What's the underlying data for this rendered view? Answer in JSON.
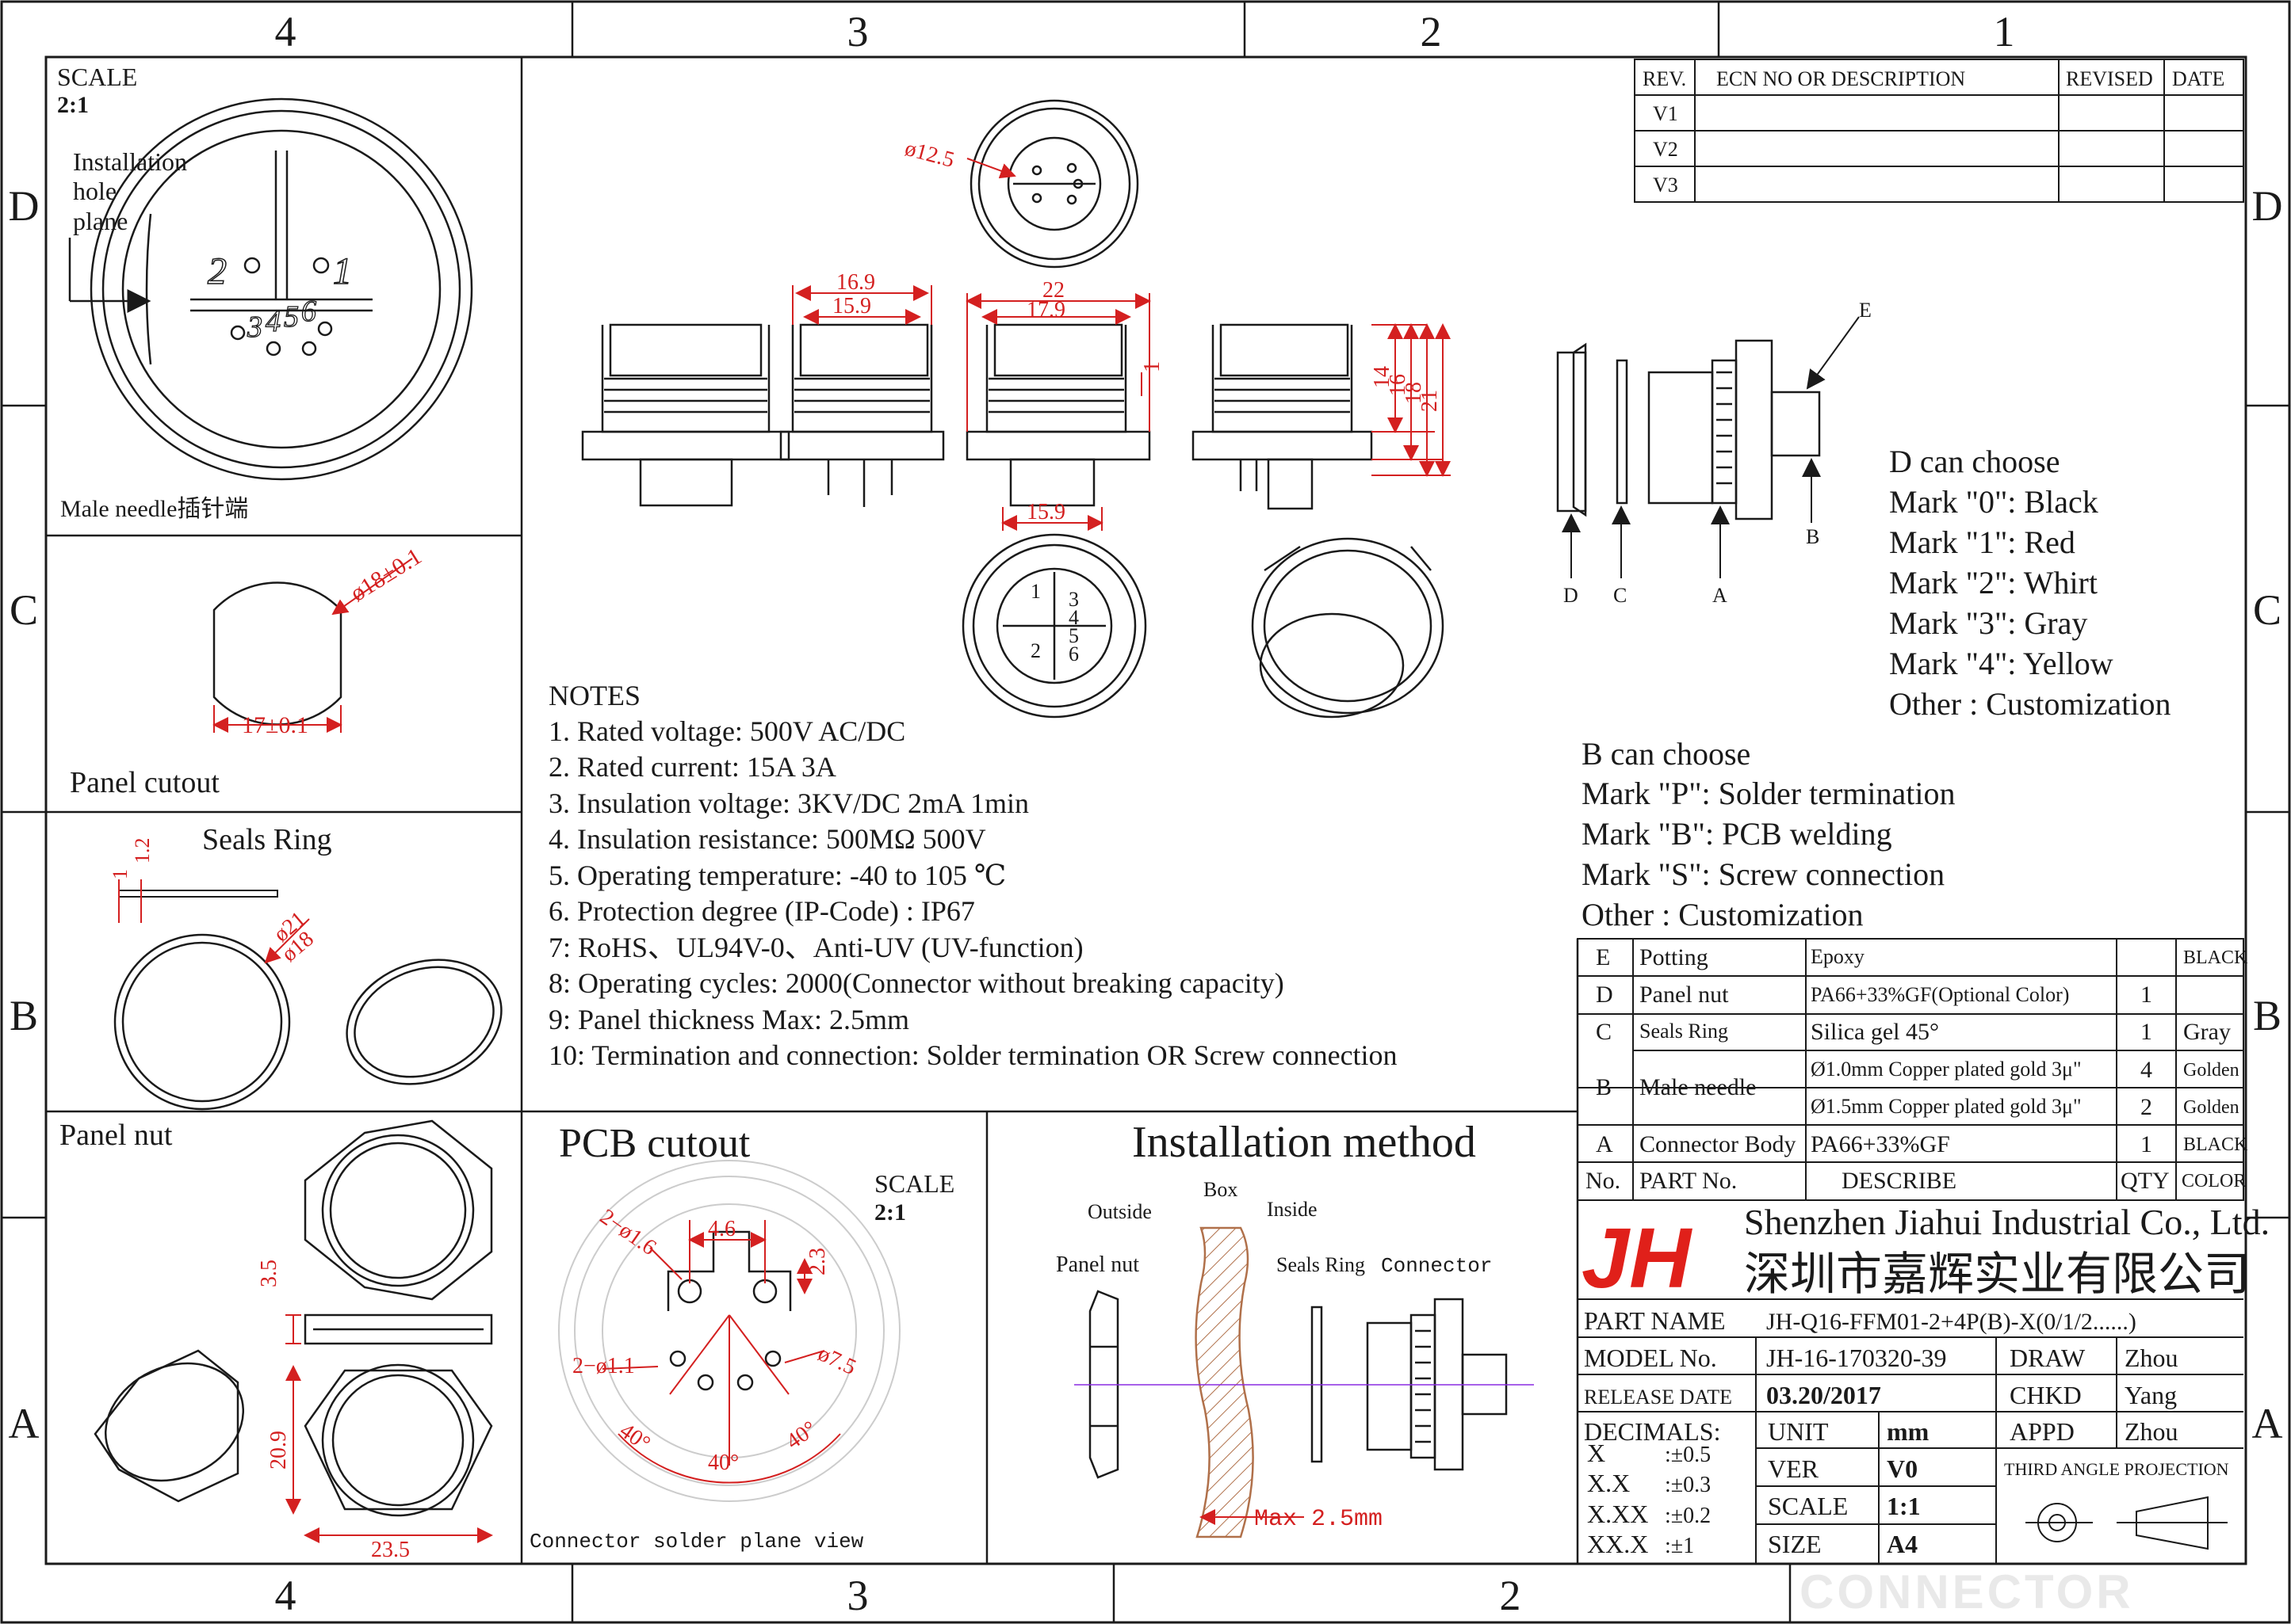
{
  "frame": {
    "cols_top": [
      "4",
      "3",
      "2",
      "1"
    ],
    "cols_bottom": [
      "4",
      "3",
      "2"
    ],
    "rows": [
      "D",
      "C",
      "B",
      "A"
    ]
  },
  "revisions": {
    "headers": [
      "REV.",
      "ECN NO OR DESCRIPTION",
      "REVISED",
      "DATE"
    ],
    "rows": [
      "V1",
      "V2",
      "V3"
    ]
  },
  "scale_panel": {
    "title": "SCALE",
    "value": "2:1",
    "install_label": [
      "Installation",
      "hole",
      "plane"
    ],
    "pin_labels": [
      "2",
      "1",
      "3",
      "4",
      "5",
      "6"
    ],
    "caption": "Male needle插针端"
  },
  "cutout_panel": {
    "dia": "ø18±0.1",
    "width": "17±0.1",
    "caption": "Panel cutout"
  },
  "seal_panel": {
    "title": "Seals Ring",
    "thick_1": "1",
    "thick_2": "1.2",
    "dia_out": "ø21",
    "dia_in": "ø18"
  },
  "views": {
    "top_dia": "ø12.5",
    "w169": "16.9",
    "w159": "15.9",
    "w22": "22",
    "w179": "17.9",
    "h1": "1",
    "w159b": "15.9",
    "h14": "14",
    "h16": "16",
    "h18": "18",
    "h21": "21",
    "front_pins": [
      "1",
      "2",
      "3",
      "4",
      "5",
      "6"
    ]
  },
  "exploded": {
    "labels": [
      "D",
      "C",
      "A",
      "B",
      "E"
    ]
  },
  "d_choose": {
    "title": "D can choose",
    "items": [
      "Mark \"0\": Black",
      "Mark \"1\": Red",
      "Mark \"2\": Whirt",
      "Mark \"3\": Gray",
      "Mark \"4\": Yellow",
      "Other : Customization"
    ]
  },
  "b_choose": {
    "title": "B can choose",
    "items": [
      "Mark \"P\":  Solder termination",
      "Mark \"B\":  PCB welding",
      "Mark \"S\":  Screw connection",
      "Other : Customization"
    ]
  },
  "notes": {
    "title": "NOTES",
    "items": [
      "1. Rated voltage: 500V AC/DC",
      "2. Rated current: 15A   3A",
      "3. Insulation voltage: 3KV/DC 2mA 1min",
      "4. Insulation resistance: 500MΩ 500V",
      "5. Operating temperature: -40 to 105 ℃",
      "6. Protection degree (IP-Code) : IP67",
      "7: RoHS、UL94V-0、Anti-UV (UV-function)",
      "8: Operating cycles: 2000(Connector without breaking capacity)",
      "9: Panel thickness Max: 2.5mm",
      "10: Termination and connection: Solder termination OR Screw connection"
    ]
  },
  "parts": {
    "rows": [
      {
        "no": "E",
        "name": "Potting",
        "desc": "Epoxy",
        "qty": "",
        "color": "BLACK"
      },
      {
        "no": "D",
        "name": "Panel nut",
        "desc": "PA66+33%GF(Optional Color)",
        "qty": "1",
        "color": ""
      },
      {
        "no": "C",
        "name": "Seals Ring",
        "desc": "Silica gel 45°",
        "qty": "1",
        "color": "Gray"
      },
      {
        "no": "B",
        "name": "Male needle",
        "desc": "Ø1.0mm Copper plated gold 3μ\"",
        "qty": "4",
        "color": "Golden"
      },
      {
        "no": "",
        "name": "",
        "desc": "Ø1.5mm Copper plated gold 3μ\"",
        "qty": "2",
        "color": "Golden"
      },
      {
        "no": "A",
        "name": "Connector Body",
        "desc": "PA66+33%GF",
        "qty": "1",
        "color": "BLACK"
      }
    ],
    "header": {
      "no": "No.",
      "name": "PART No.",
      "desc": "DESCRIBE",
      "qty": "QTY",
      "color": "COLOR"
    }
  },
  "company": {
    "logo": "JH",
    "en": "Shenzhen Jiahui Industrial Co., Ltd.",
    "cn": "深圳市嘉辉实业有限公司",
    "logo_color": "#e0201a"
  },
  "titleblock": {
    "part_name_label": "PART NAME",
    "part_name": "JH-Q16-FFM01-2+4P(B)-X(0/1/2......)",
    "model_label": "MODEL No.",
    "model": "JH-16-170320-39",
    "draw_label": "DRAW",
    "draw": "Zhou",
    "release_label": "RELEASE DATE",
    "release": "03.20/2017",
    "chkd_label": "CHKD",
    "chkd": "Yang",
    "decimals_label": "DECIMALS:",
    "decimals": [
      [
        "X",
        ":±0.5"
      ],
      [
        "X.X",
        ":±0.3"
      ],
      [
        "X.XX",
        ":±0.2"
      ],
      [
        "XX.X",
        ":±1"
      ]
    ],
    "unit_label": "UNIT",
    "unit": "mm",
    "appd_label": "APPD",
    "appd": "Zhou",
    "ver_label": "VER",
    "ver": "V0",
    "scale_label": "SCALE",
    "scale": "1:1",
    "size_label": "SIZE",
    "size": "A4",
    "projection": "THIRD ANGLE PROJECTION",
    "watermark": "CONNECTOR"
  },
  "nut_panel": {
    "title": "Panel nut",
    "h35": "3.5",
    "h209": "20.9",
    "w235": "23.5"
  },
  "pcb_panel": {
    "title": "PCB cutout",
    "scale_title": "SCALE",
    "scale": "2:1",
    "d16": "2−ø1.6",
    "w46": "4.6",
    "h23": "2.3",
    "d11": "2−ø1.1",
    "d75": "ø7.5",
    "a40": "40°",
    "caption": "Connector solder plane view"
  },
  "install_panel": {
    "title": "Installation method",
    "outside": "Outside",
    "box": "Box",
    "inside": "Inside",
    "nut": "Panel nut",
    "seal": "Seals Ring",
    "connector": "Connector",
    "max": "Max 2.5mm"
  },
  "colors": {
    "ink": "#1a1a1a",
    "dim": "#d42020",
    "guide": "#8a2be2",
    "hatch": "#b0704a"
  }
}
